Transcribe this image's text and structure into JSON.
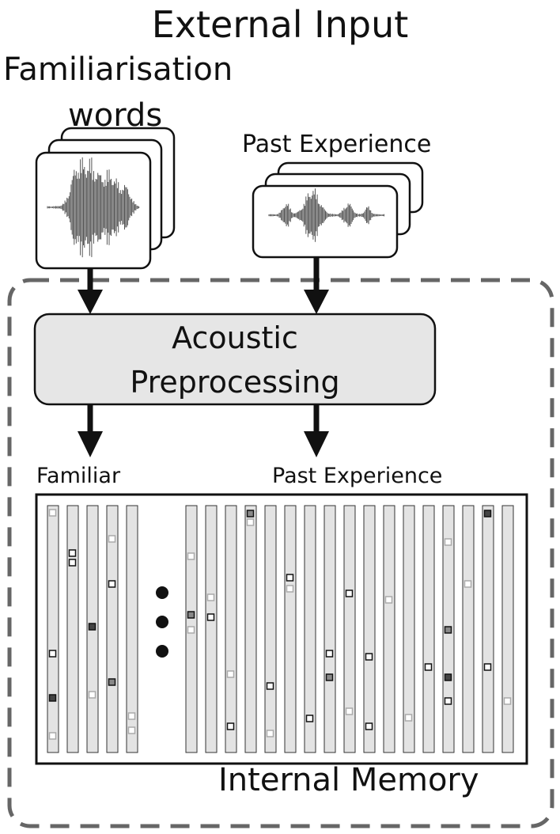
{
  "title": "External Input",
  "familiarisation": {
    "title_line1": "Familiarisation",
    "title_line2": "words"
  },
  "past_experience": {
    "title": "Past Experience"
  },
  "preprocessing": {
    "line1": "Acoustic",
    "line2": "Preprocessing"
  },
  "memory": {
    "familiar_label": "Familiar",
    "past_label": "Past Experience",
    "title": "Internal Memory"
  },
  "colors": {
    "outline": "#111111",
    "dashed_border": "#666666",
    "box_fill": "#e6e6e6",
    "column_fill": "#e3e3e3"
  }
}
